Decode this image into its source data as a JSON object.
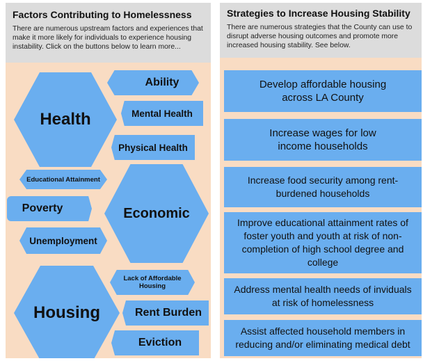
{
  "left": {
    "title": "Factors Contributing to Homelessness",
    "intro": "There are numerous upstream factors and experiences that make it more likely for individuals to experience housing instability. Click on the buttons below to learn more...",
    "buttons": {
      "health": "Health",
      "ability": "Ability",
      "mental_health": "Mental Health",
      "physical_health": "Physical Health",
      "educational_attainment": "Educational Attainment",
      "poverty": "Poverty",
      "economic": "Economic",
      "unemployment": "Unemployment",
      "lack_affordable_housing_line1": "Lack of Affordable",
      "lack_affordable_housing_line2": "Housing",
      "housing": "Housing",
      "rent_burden": "Rent Burden",
      "eviction": "Eviction"
    }
  },
  "right": {
    "title": "Strategies to Increase Housing Stability",
    "intro": "There are numerous strategies that the County can use to disrupt adverse housing outcomes and promote more increased housing stability. See below.",
    "strategies": [
      "Develop affordable housing across LA County",
      "Increase wages for low income households",
      "Increase food security among rent-burdened households",
      "Improve educational attainment rates of foster youth and youth at risk of non-completion of high school degree and college",
      "Address mental health needs of inviduals at risk of homelessness",
      "Assist affected household members in reducing and/or eliminating medical debt"
    ]
  },
  "colors": {
    "panel_bg": "#f9dcc3",
    "header_bg": "#dcdcdc",
    "shape_blue": "#6aaeef"
  }
}
